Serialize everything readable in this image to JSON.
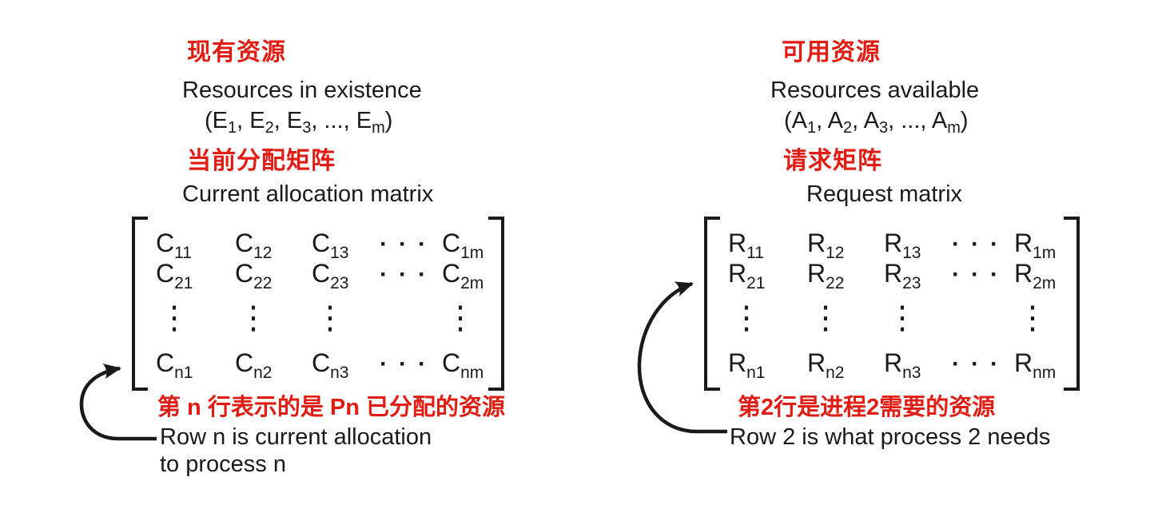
{
  "palette": {
    "red": "#e11d13",
    "ink": "#1a1a1a",
    "background": "#ffffff"
  },
  "left_panel": {
    "cn_resources_title": "现有资源",
    "en_resources_title": "Resources in existence",
    "vector_parts": {
      "p0": "(E",
      "s1": "1",
      "p1": ", E",
      "s2": "2",
      "p2": ", E",
      "s3": "3",
      "p3": ", ..., E",
      "sm": "m",
      "p4": ")"
    },
    "cn_matrix_title": "当前分配矩阵",
    "en_matrix_title": "Current allocation matrix",
    "matrix_rows": [
      [
        {
          "b": "C",
          "s": "11"
        },
        {
          "b": "C",
          "s": "12"
        },
        {
          "b": "C",
          "s": "13"
        },
        {
          "b": "···",
          "s": ""
        },
        {
          "b": "C",
          "s": "1m"
        }
      ],
      [
        {
          "b": "C",
          "s": "21"
        },
        {
          "b": "C",
          "s": "22"
        },
        {
          "b": "C",
          "s": "23"
        },
        {
          "b": "···",
          "s": ""
        },
        {
          "b": "C",
          "s": "2m"
        }
      ],
      [
        {
          "b": "⋮",
          "s": ""
        },
        {
          "b": "⋮",
          "s": ""
        },
        {
          "b": "⋮",
          "s": ""
        },
        {
          "b": "",
          "s": ""
        },
        {
          "b": "⋮",
          "s": ""
        }
      ],
      [
        {
          "b": "C",
          "s": "n1"
        },
        {
          "b": "C",
          "s": "n2"
        },
        {
          "b": "C",
          "s": "n3"
        },
        {
          "b": "···",
          "s": ""
        },
        {
          "b": "C",
          "s": "nm"
        }
      ]
    ],
    "annotation_cn": "第 n 行表示的是 Pn 已分配的资源",
    "annotation_en_line1": "Row n is current allocation",
    "annotation_en_line2": "to process n"
  },
  "right_panel": {
    "cn_resources_title": "可用资源",
    "en_resources_title": "Resources available",
    "vector_parts": {
      "p0": "(A",
      "s1": "1",
      "p1": ", A",
      "s2": "2",
      "p2": ", A",
      "s3": "3",
      "p3": ", ..., A",
      "sm": "m",
      "p4": ")"
    },
    "cn_matrix_title": "请求矩阵",
    "en_matrix_title": "Request matrix",
    "matrix_rows": [
      [
        {
          "b": "R",
          "s": "11"
        },
        {
          "b": "R",
          "s": "12"
        },
        {
          "b": "R",
          "s": "13"
        },
        {
          "b": "···",
          "s": ""
        },
        {
          "b": "R",
          "s": "1m"
        }
      ],
      [
        {
          "b": "R",
          "s": "21"
        },
        {
          "b": "R",
          "s": "22"
        },
        {
          "b": "R",
          "s": "23"
        },
        {
          "b": "···",
          "s": ""
        },
        {
          "b": "R",
          "s": "2m"
        }
      ],
      [
        {
          "b": "⋮",
          "s": ""
        },
        {
          "b": "⋮",
          "s": ""
        },
        {
          "b": "⋮",
          "s": ""
        },
        {
          "b": "",
          "s": ""
        },
        {
          "b": "⋮",
          "s": ""
        }
      ],
      [
        {
          "b": "R",
          "s": "n1"
        },
        {
          "b": "R",
          "s": "n2"
        },
        {
          "b": "R",
          "s": "n3"
        },
        {
          "b": "···",
          "s": ""
        },
        {
          "b": "R",
          "s": "nm"
        }
      ]
    ],
    "annotation_cn": "第2行是进程2需要的资源",
    "annotation_en": "Row 2 is what process 2 needs"
  }
}
